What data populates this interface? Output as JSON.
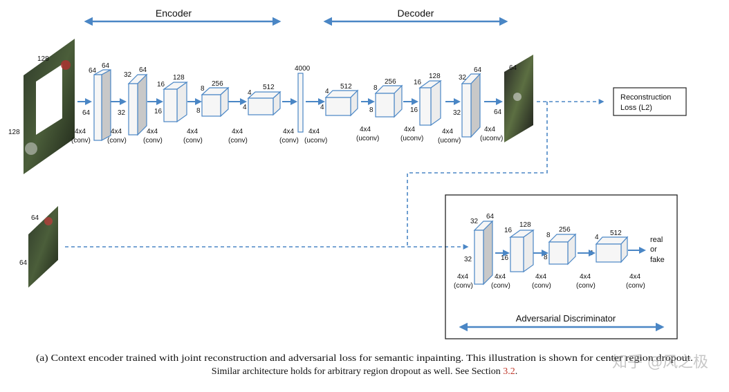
{
  "encoder_label": "Encoder",
  "decoder_label": "Decoder",
  "input_image": {
    "height": "128",
    "width": "128"
  },
  "real_image": {
    "height": "64",
    "width": "64"
  },
  "output_image": {
    "size": "64"
  },
  "encoder_blocks": [
    {
      "depth": "64",
      "height": "64",
      "width": "64",
      "op": "4x4",
      "op2": "(conv)"
    },
    {
      "depth": "64",
      "height": "32",
      "width": "32",
      "op": "4x4",
      "op2": "(conv)"
    },
    {
      "depth": "128",
      "height": "16",
      "width": "16",
      "op": "4x4",
      "op2": "(conv)"
    },
    {
      "depth": "256",
      "height": "8",
      "width": "8",
      "op": "4x4",
      "op2": "(conv)"
    },
    {
      "depth": "512",
      "height": "4",
      "width": "4",
      "op": "4x4",
      "op2": "(conv)"
    }
  ],
  "bottleneck": {
    "size": "4000",
    "op": "4x4",
    "op2": "(conv)"
  },
  "decoder_blocks": [
    {
      "depth": "512",
      "height": "4",
      "width": "4",
      "op": "4x4",
      "op2": "(uconv)"
    },
    {
      "depth": "256",
      "height": "8",
      "width": "8",
      "op": "4x4",
      "op2": "(uconv)"
    },
    {
      "depth": "128",
      "height": "16",
      "width": "16",
      "op": "4x4",
      "op2": "(uconv)"
    },
    {
      "depth": "64",
      "height": "32",
      "width": "32",
      "op": "4x4",
      "op2": "(uconv)"
    },
    {
      "op": "4x4",
      "op2": "(uconv)"
    }
  ],
  "reconstruction_loss": {
    "line1": "Reconstruction",
    "line2": "Loss (L2)"
  },
  "discriminator": {
    "title": "Adversarial Discriminator",
    "blocks": [
      {
        "depth": "64",
        "height": "32",
        "width": "32",
        "op": "4x4",
        "op2": "(conv)"
      },
      {
        "depth": "128",
        "height": "16",
        "width": "16",
        "op": "4x4",
        "op2": "(conv)"
      },
      {
        "depth": "256",
        "height": "8",
        "width": "8",
        "op": "4x4",
        "op2": "(conv)"
      },
      {
        "depth": "512",
        "height": "4",
        "width": "4",
        "op": "4x4",
        "op2": "(conv)"
      }
    ],
    "last_op": "4x4",
    "last_op2": "(conv)",
    "output": [
      "real",
      "or",
      "fake"
    ]
  },
  "caption": {
    "line1": "(a) Context encoder trained with joint reconstruction and adversarial loss for semantic inpainting. This illustration is shown for center region dropout.",
    "line2_prefix": "Similar architecture holds for arbitrary region dropout as well. See Section ",
    "line2_ref": "3.2",
    "line2_suffix": "."
  },
  "watermark": "知乎 @风之极",
  "colors": {
    "accent_blue": "#4a86c5",
    "cube_fill": "#f6f6f6",
    "cube_side": "#c8c8c8"
  }
}
